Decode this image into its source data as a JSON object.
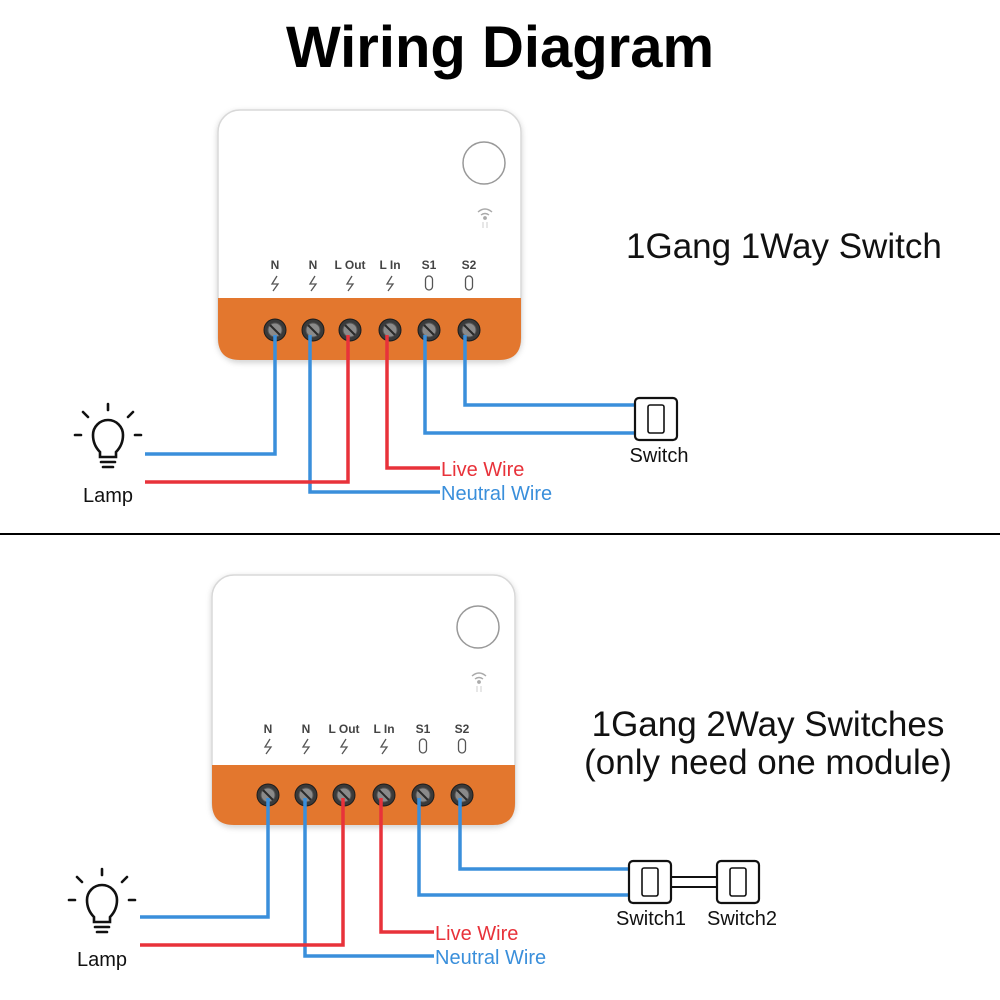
{
  "title": "Wiring Diagram",
  "colors": {
    "live": "#e8323a",
    "neutral": "#3a8fdb",
    "terminal_block": "#e3772e",
    "module_body": "#ffffff",
    "divider": "#000000"
  },
  "terminal_labels": [
    "N",
    "N",
    "L Out",
    "L In",
    "S1",
    "S2"
  ],
  "section1": {
    "title": "1Gang 1Way Switch",
    "lamp_label": "Lamp",
    "switch_label": "Switch",
    "live_label": "Live Wire",
    "neutral_label": "Neutral Wire"
  },
  "section2": {
    "title_line1": "1Gang 2Way Switches",
    "title_line2": "(only need one module)",
    "lamp_label": "Lamp",
    "switch1_label": "Switch1",
    "switch2_label": "Switch2",
    "live_label": "Live Wire",
    "neutral_label": "Neutral Wire"
  }
}
